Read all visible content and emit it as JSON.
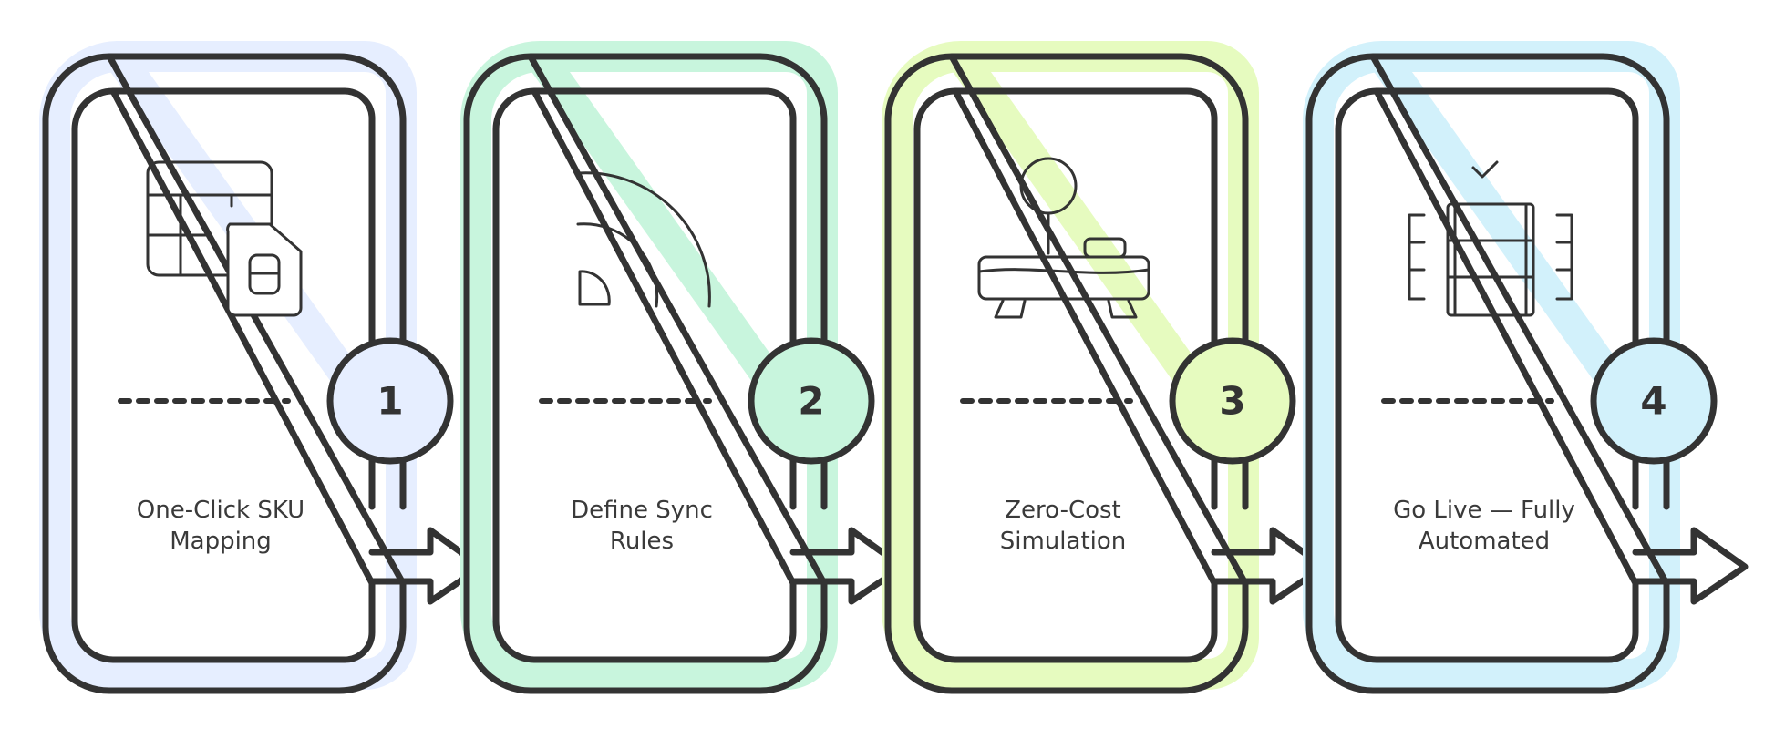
{
  "steps": [
    {
      "number": "1",
      "label_line1": "One-Click SKU",
      "label_line2": "Mapping",
      "icon": "sku-mapping-icon",
      "color": "#e6eeff"
    },
    {
      "number": "2",
      "label_line1": "Define Sync",
      "label_line2": "Rules",
      "icon": "signal-arcs-icon",
      "color": "#c8f5dd"
    },
    {
      "number": "3",
      "label_line1": "Zero-Cost",
      "label_line2": "Simulation",
      "icon": "simulation-device-icon",
      "color": "#e6fbbf"
    },
    {
      "number": "4",
      "label_line1": "Go Live — Fully",
      "label_line2": "Automated",
      "icon": "checked-table-icon",
      "color": "#d2f1fb"
    }
  ]
}
